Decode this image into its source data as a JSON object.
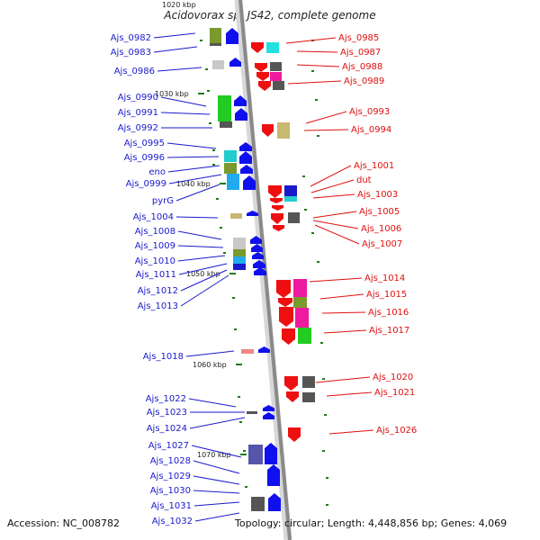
{
  "title": "Acidovorax sp. JS42, complete genome",
  "top_tick_partial": "1020 kbp",
  "footer": {
    "accession": "Accession: NC_008782",
    "topology": "Topology: circular; Length: 4,448,856 bp; Genes: 4,069"
  },
  "colors": {
    "left_label": "#1a1acc",
    "right_label": "#e01010",
    "forward_arrow": "#1010ee",
    "reverse_arrow": "#ee1010",
    "axis": "#8a8a8a",
    "tick": "#1f7a1f"
  },
  "scale_ticks": [
    "1030 kbp",
    "1040 kbp",
    "1050 kbp",
    "1060 kbp",
    "1070 kbp"
  ],
  "left_genes": [
    "Ajs_0982",
    "Ajs_0983",
    "Ajs_0986",
    "Ajs_0990",
    "Ajs_0991",
    "Ajs_0992",
    "Ajs_0995",
    "Ajs_0996",
    "eno",
    "Ajs_0999",
    "pyrG",
    "Ajs_1004",
    "Ajs_1008",
    "Ajs_1009",
    "Ajs_1010",
    "Ajs_1011",
    "Ajs_1012",
    "Ajs_1013",
    "Ajs_1018",
    "Ajs_1022",
    "Ajs_1023",
    "Ajs_1024",
    "Ajs_1027",
    "Ajs_1028",
    "Ajs_1029",
    "Ajs_1030",
    "Ajs_1031",
    "Ajs_1032"
  ],
  "right_genes": [
    "Ajs_0985",
    "Ajs_0987",
    "Ajs_0988",
    "Ajs_0989",
    "Ajs_0993",
    "Ajs_0994",
    "Ajs_1001",
    "dut",
    "Ajs_1003",
    "Ajs_1005",
    "Ajs_1006",
    "Ajs_1007",
    "Ajs_1014",
    "Ajs_1015",
    "Ajs_1016",
    "Ajs_1017",
    "Ajs_1020",
    "Ajs_1021",
    "Ajs_1026"
  ]
}
